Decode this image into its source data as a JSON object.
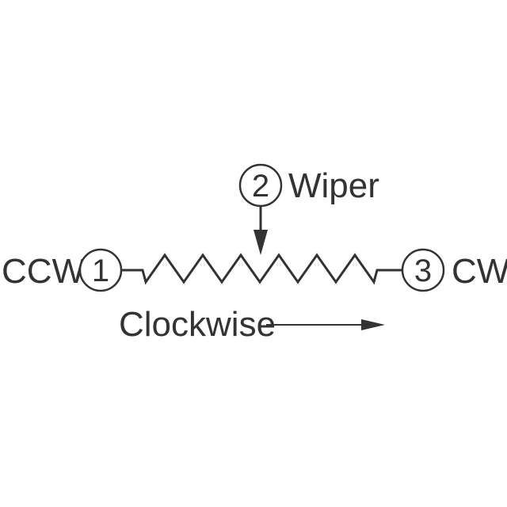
{
  "diagram": {
    "ccw_label": "CCW",
    "cw_label": "CW",
    "wiper_label": "Wiper",
    "direction_label": "Clockwise",
    "pins": {
      "pin1": "1",
      "pin2": "2",
      "pin3": "3"
    },
    "colors": {
      "ink": "#333333",
      "background": "#ffffff"
    }
  }
}
